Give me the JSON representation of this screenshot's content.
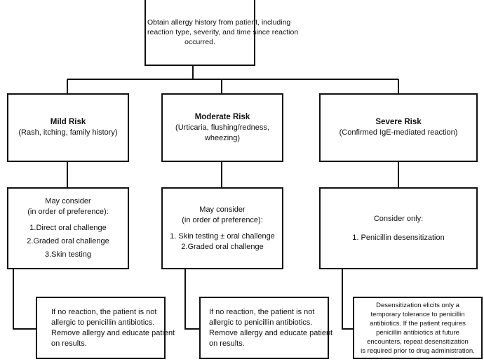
{
  "top": {
    "lines": [
      "Obtain allergy history from patient, including",
      "reaction type, severity, and time since reaction",
      "occurred."
    ]
  },
  "risks": [
    {
      "title": "Mild Risk",
      "desc": [
        "(Rash, itching, family history)"
      ]
    },
    {
      "title": "Moderate Risk",
      "desc": [
        "(Urticaria, flushing/redness,",
        "wheezing)"
      ]
    },
    {
      "title": "Severe Risk",
      "desc": [
        "(Confirmed IgE-mediated reaction)"
      ]
    }
  ],
  "options": [
    {
      "intro": [
        "May consider",
        "(in order of preference):"
      ],
      "items": [
        "1.Direct oral challenge",
        "2.Graded oral challenge",
        "3.Skin testing"
      ]
    },
    {
      "intro": [
        "May consider",
        "(in order of preference):"
      ],
      "items": [
        "1. Skin testing ± oral challenge",
        "2.Graded oral challenge"
      ]
    },
    {
      "intro": [
        "Consider only:"
      ],
      "items": [
        "1. Penicillin desensitization"
      ]
    }
  ],
  "outcomes": [
    {
      "lines": [
        "If no reaction, the patient is not",
        "allergic to penicillin antibiotics.",
        "Remove allergy and educate patient",
        "on results."
      ]
    },
    {
      "lines": [
        "If no reaction, the patient is not",
        "allergic to penicillin antibiotics.",
        "Remove allergy and educate patient",
        "on results."
      ]
    },
    {
      "lines": [
        "Desensitization elicits only a",
        "temporary tolerance to penicillin",
        "antibiotics. If the patient requires",
        "penicillin antibiotics at future",
        "encounters, repeat desensitization",
        "is required prior to drug administration."
      ]
    }
  ]
}
